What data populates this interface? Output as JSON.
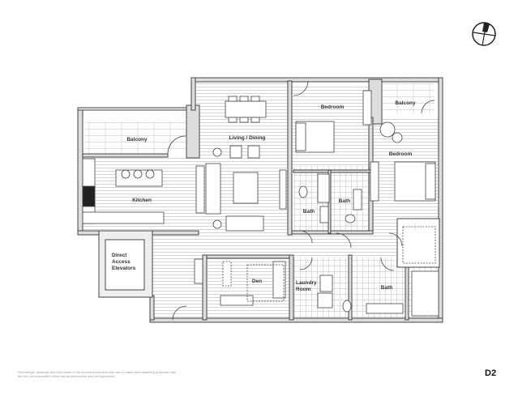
{
  "plan": {
    "unit_name": "D2",
    "rooms": {
      "balcony_left": "Balcony",
      "living_dining": "Living / Dining",
      "kitchen": "Kitchen",
      "elevators": [
        "Direct",
        "Access",
        "Elevators"
      ],
      "den": "Den",
      "bedroom_main": "Bedroom",
      "bedroom_second": "Bedroom",
      "balcony_right": "Balcony",
      "bath_1": "Bath",
      "bath_2": "Bath",
      "bath_3": "Bath",
      "laundry": [
        "Laundry",
        "Room"
      ]
    },
    "compass": "N",
    "disclaimer": "Renderings, drawings and floor plans of the condominium and units are for sales and marketing purposes only and do not necessarily reflect actual dimensions and configurations."
  }
}
